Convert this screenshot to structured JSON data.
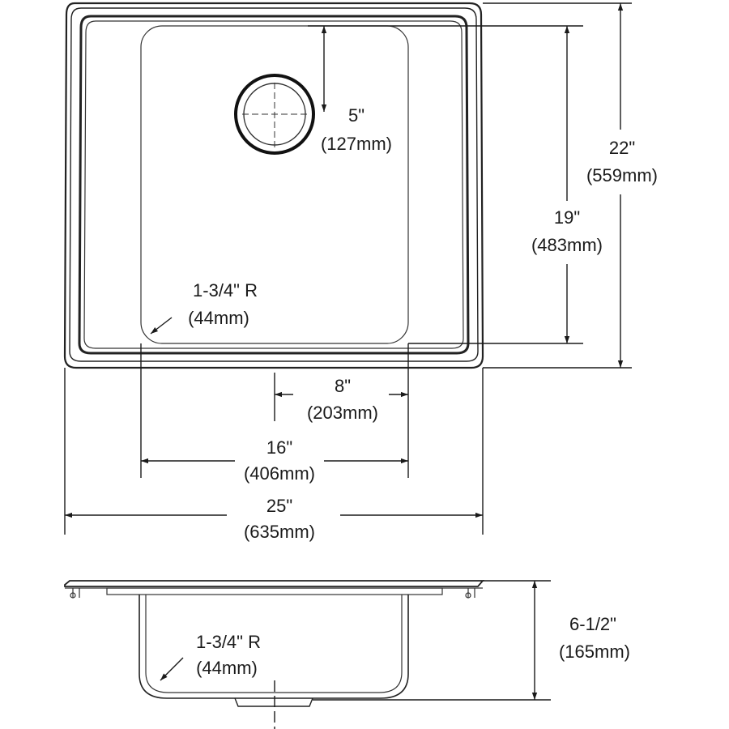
{
  "top_view": {
    "drain_offset": {
      "imperial": "5\"",
      "metric": "(127mm)"
    },
    "overall_depth": {
      "imperial": "22\"",
      "metric": "(559mm)"
    },
    "bowl_depth": {
      "imperial": "19\"",
      "metric": "(483mm)"
    },
    "corner_radius": {
      "imperial": "1-3/4\" R",
      "metric": "(44mm)"
    },
    "drain_center": {
      "imperial": "8\"",
      "metric": "(203mm)"
    },
    "bowl_width": {
      "imperial": "16\"",
      "metric": "(406mm)"
    },
    "overall_width": {
      "imperial": "25\"",
      "metric": "(635mm)"
    }
  },
  "side_view": {
    "corner_radius": {
      "imperial": "1-3/4\" R",
      "metric": "(44mm)"
    },
    "bowl_height": {
      "imperial": "6-1/2\"",
      "metric": "(165mm)"
    }
  }
}
